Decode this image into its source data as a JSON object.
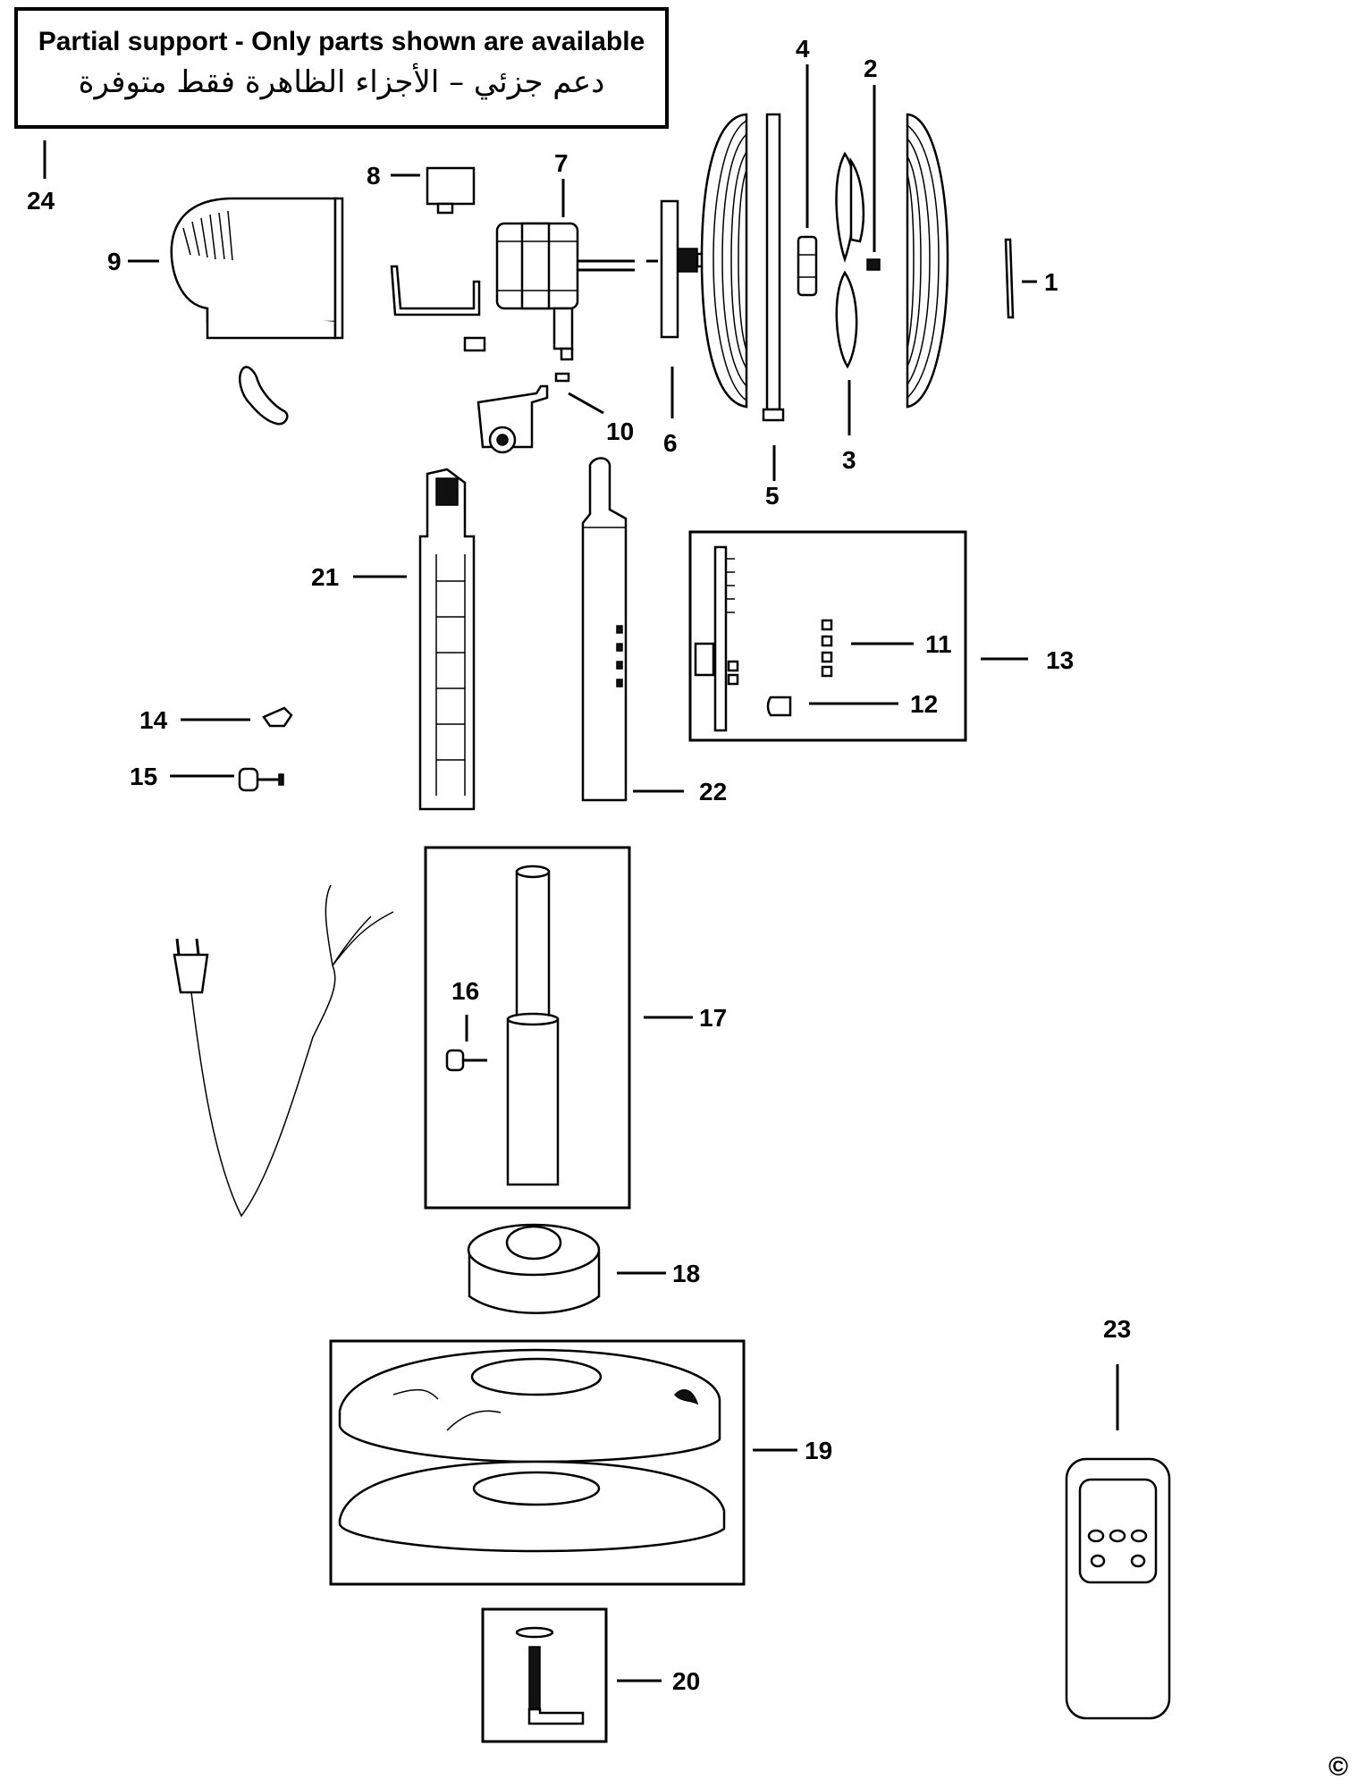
{
  "notice": {
    "english": "Partial support - Only parts shown are available",
    "arabic": "دعم جزئي – الأجزاء الظاهرة فقط متوفرة"
  },
  "labels": {
    "p1": "1",
    "p2": "2",
    "p3": "3",
    "p4": "4",
    "p5": "5",
    "p6": "6",
    "p7": "7",
    "p8": "8",
    "p9": "9",
    "p10": "10",
    "p11": "11",
    "p12": "12",
    "p13": "13",
    "p14": "14",
    "p15": "15",
    "p16": "16",
    "p17": "17",
    "p18": "18",
    "p19": "19",
    "p20": "20",
    "p21": "21",
    "p22": "22",
    "p23": "23",
    "p24": "24"
  },
  "copyright": "©"
}
